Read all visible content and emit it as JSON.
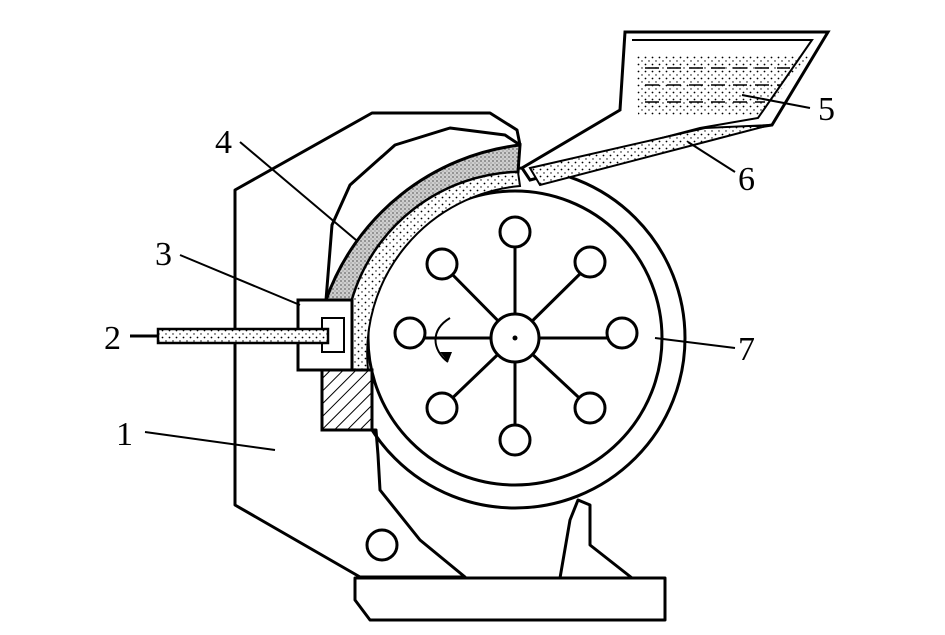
{
  "diagram": {
    "labels": {
      "l1": "1",
      "l2": "2",
      "l3": "3",
      "l4": "4",
      "l5": "5",
      "l6": "6",
      "l7": "7"
    },
    "colors": {
      "ink": "#000000",
      "paper": "#ffffff",
      "fill": "#d9d9d9"
    }
  }
}
